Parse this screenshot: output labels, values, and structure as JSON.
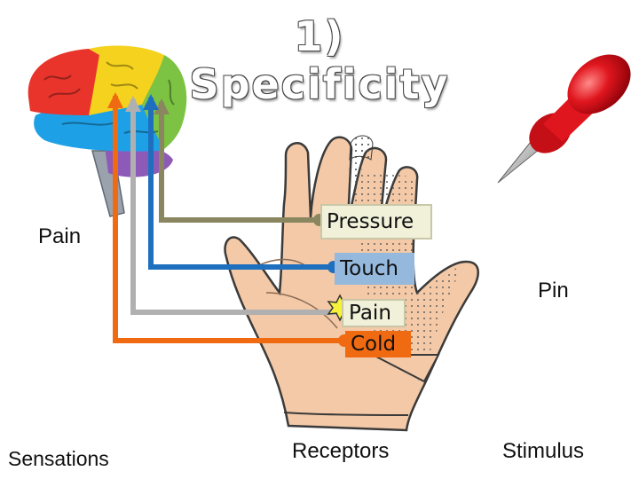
{
  "title": "1) Specificity",
  "labels": {
    "pain_sensation": "Pain",
    "pin": "Pin",
    "sensations": "Sensations",
    "receptors": "Receptors",
    "stimulus": "Stimulus"
  },
  "receptors": [
    {
      "label": "Pressure",
      "color": "#8a8660"
    },
    {
      "label": "Touch",
      "color": "#1f6fbf"
    },
    {
      "label": "Pain",
      "color": "#b0b0b0"
    },
    {
      "label": "Cold",
      "color": "#f06a12"
    }
  ],
  "colors": {
    "brain_frontal": "#e8342b",
    "brain_parietal": "#f5d21e",
    "brain_occipital": "#7cc243",
    "brain_temporal": "#1ea0e6",
    "brain_cerebellum": "#8e5ab8",
    "brainstem": "#9aa3ad",
    "pin_head": "#e0161e",
    "skin": "#f3c9a7",
    "skin_outline": "#3a3a3a"
  }
}
